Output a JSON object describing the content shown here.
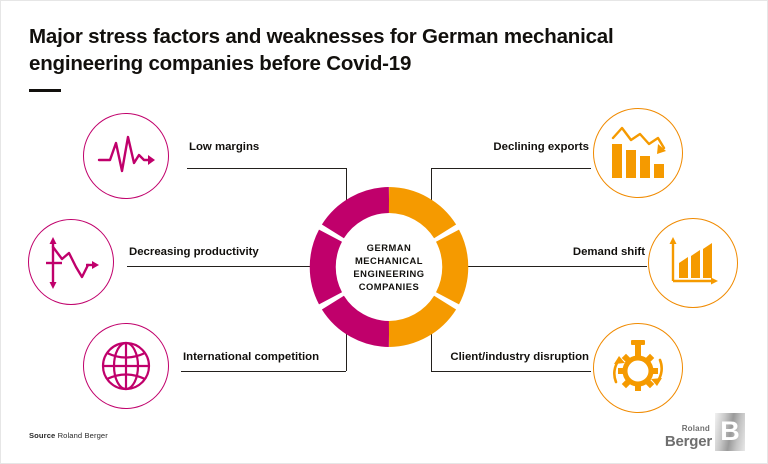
{
  "title": "Major stress factors and weaknesses for German mechanical engineering companies before Covid-19",
  "center": {
    "lines": [
      "GERMAN",
      "MECHANICAL",
      "ENGINEERING",
      "COMPANIES"
    ]
  },
  "colors": {
    "magenta": "#C0006B",
    "orange": "#F59A00",
    "text": "#12100d",
    "connector": "#23201d"
  },
  "factors": {
    "left": [
      {
        "label": "Low margins",
        "icon": "pulse-line-icon",
        "color": "#C0006B"
      },
      {
        "label": "Decreasing productivity",
        "icon": "declining-line-chart-icon",
        "color": "#C0006B"
      },
      {
        "label": "International competition",
        "icon": "globe-icon",
        "color": "#C0006B"
      }
    ],
    "right": [
      {
        "label": "Declining exports",
        "icon": "declining-bar-chart-icon",
        "color": "#F59A00"
      },
      {
        "label": "Demand shift",
        "icon": "rising-bar-chart-icon",
        "color": "#F59A00"
      },
      {
        "label": "Client/industry disruption",
        "icon": "gear-rotation-icon",
        "color": "#F59A00"
      }
    ]
  },
  "footer": {
    "source_label": "Source",
    "source_value": "Roland Berger"
  },
  "logo": {
    "top": "Roland",
    "bottom": "Berger",
    "mark": "B"
  }
}
